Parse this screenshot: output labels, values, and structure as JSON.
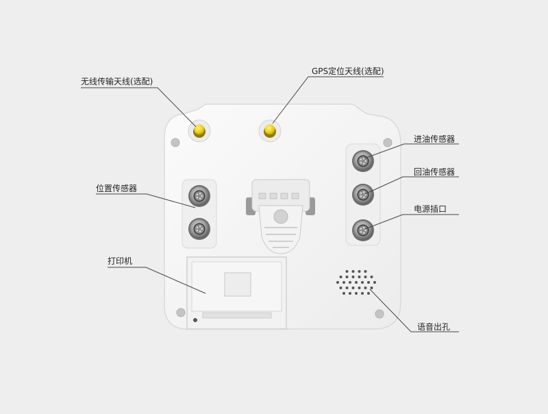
{
  "labels": {
    "wireless_antenna": "无线传输天线(选配)",
    "gps_antenna": "GPS定位天线(选配)",
    "position_sensor": "位置传感器",
    "printer": "打印机",
    "oil_inlet_sensor": "进油传感器",
    "oil_return_sensor": "回油传感器",
    "power_socket": "电源插口",
    "speaker_hole": "语音出孔"
  },
  "colors": {
    "background": "#eeeeee",
    "device_body": "#f7f7f7",
    "antenna_yellow": "#f2d21c",
    "metal": "#9a9a9a",
    "leader_line": "#444444"
  }
}
